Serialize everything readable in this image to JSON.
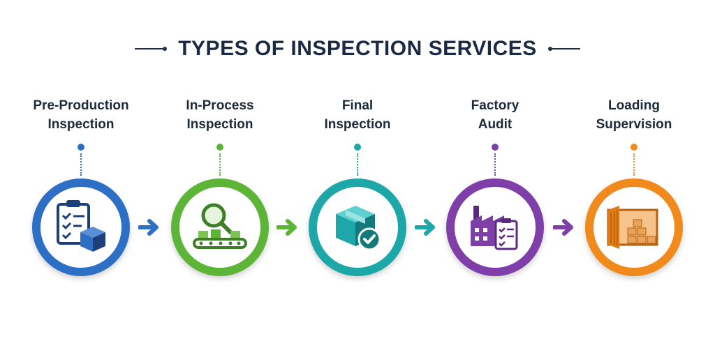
{
  "title": "TYPES OF INSPECTION SERVICES",
  "steps": [
    {
      "line1": "Pre-Production",
      "line2": "Inspection",
      "color": "#2e6fc6",
      "icon": "clipboard-box-icon"
    },
    {
      "line1": "In-Process",
      "line2": "Inspection",
      "color": "#5cb536",
      "icon": "magnifier-conveyor-icon"
    },
    {
      "line1": "Final",
      "line2": "Inspection",
      "color": "#1ea7a8",
      "icon": "box-checkmark-icon"
    },
    {
      "line1": "Factory",
      "line2": "Audit",
      "color": "#7e3fa8",
      "icon": "factory-clipboard-icon"
    },
    {
      "line1": "Loading",
      "line2": "Supervision",
      "color": "#f08a1c",
      "icon": "container-boxes-icon"
    }
  ],
  "colors": {
    "title": "#1a2a44",
    "text": "#1e2a3a"
  }
}
